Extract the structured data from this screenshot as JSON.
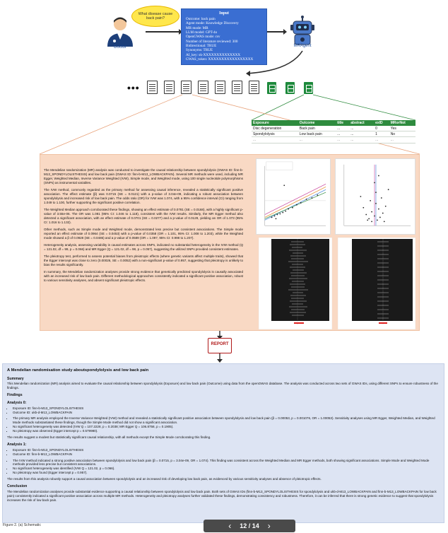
{
  "doctor": {
    "label": "Doctor",
    "question": "What disease cause back pain?"
  },
  "input": {
    "title": "Input",
    "lines": [
      "Outcome: back pain",
      "Agent mode: Knowledge Discovery",
      "MR mode: MR",
      "LLM model: GPT-4o",
      "OpenGWAS mode: csv",
      "Number of literature reviewed: 300",
      "Bidirectional: TRUE",
      "Synonyms: TRUE",
      "AI_key: sk-XXXXXXXXXXXXXX",
      "GWAS_token: XXXXXXXXXXXXXXXXX"
    ]
  },
  "agent": {
    "label": "MRAgent"
  },
  "docs_row": {
    "ellipsis": "•••"
  },
  "results_table": {
    "headers": [
      "Exposure",
      "Outcome",
      "title",
      "abstract",
      "exlD",
      "MRorNot"
    ],
    "rows": [
      [
        "Disc degeneration",
        "Back pain",
        "...",
        "...",
        "0",
        "Yes"
      ],
      [
        "Spondylolysis",
        "Low back pain",
        "...",
        "...",
        "1",
        "No"
      ],
      [
        "...",
        "...",
        "...",
        "...",
        "...",
        "..."
      ]
    ]
  },
  "report_text": [
    "The Mendelian randomization (MR) analysis was conducted to investigate the causal relationship between spondylolysis (GWAS ID: finn-b-M13_SPONDYLOLISTHESIS) and low back pain (GWAS ID: finn-b-M13_LOWBACKPAIN). Several MR methods were used, including MR Egger, Weighted Median, Inverse Variance Weighted (IVW), Simple mode, and Weighted mode, using 100 single nucleotide polymorphisms (SNPs) as instrumental variables.",
    "The IVW method, commonly regarded as the primary method for assessing causal inference, revealed a statistically significant positive association. The effect estimate (β) was 0.0715 (SE = 0.0121) with a p-value of 3.04e-09, indicating a robust association between spondylolysis and increased risk of low back pain. The odds ratio (OR) for IVW was 1.074, with a 95% confidence interval (CI) ranging from 1.049 to 1.100, further supporting the significant positive correlation.",
    "The Weighted Median approach corroborated these findings, showing an effect estimate of 0.0781 (SE = 0.0168), with a highly significant p-value of 3.55e-06. The OR was 1.081 (95% CI: 1.046 to 1.118), consistent with the IVW results. Similarly, the MR Egger method also detected a significant association, with an effect estimate of 0.0701 (SE = 0.0277) and a p-value of 0.0129, yielding an OR of 1.073 (95% CI: 1.016 to 1.132).",
    "Other methods, such as Simple mode and Weighted mode, demonstrated less precise but consistent associations. The Simple mode reported an effect estimate of 0.0964 (SE = 0.0453) with a p-value of 0.0358 (OR = 1.101, 95% CI: 1.008 to 1.203), while the Weighted mode showed a β of 0.0928 (SE = 0.0486) and a p-value of 0.0589 (OR = 1.097, 95% CI: 0.998 to 1.207).",
    "Heterogeneity analysis, assessing variability in causal estimates across SNPs, indicated no substantial heterogeneity in the IVW method (Q = 121.02, df = 99, p = 0.066) and MR Egger (Q = 121.02, df = 98, p = 0.057), suggesting the utilized SNPs provided consistent estimates.",
    "The pleiotropy test, performed to assess potential biases from pleiotropic effects (where genetic variants affect multiple traits), showed that the Egger intercept was close to zero (0.00026, SE = 0.0052) with a non-significant p-value of 0.957, suggesting that pleiotropy is unlikely to bias the results significantly.",
    "In summary, the Mendelian randomization analyses provide strong evidence that genetically predicted spondylolysis is causally associated with an increased risk of low back pain. Different methodological approaches consistently indicated a significant positive association, robust to various sensitivity analyses, and absent significant pleiotropic effects."
  ],
  "report_icon": {
    "label": "REPORT"
  },
  "summary": {
    "title": "A Mendelian randomisation study aboutspondylolysis and low back pain",
    "summary_heading": "Summary",
    "summary_text": "This Mendelian randomization (MR) analysis aimed to evaluate the causal relationship between spondylolysis (Exposure) and low back pain (Outcome) using data from the openGWAS database. The analysis was conducted across two sets of GWAS IDs, using different SNPs to ensure robustness of the findings.",
    "findings_heading": "Findings",
    "analysis0_heading": "Analysis 0:",
    "analysis0_ids": [
      "Exposure ID: finn-b-M13_SPONDYLOLISTHESIS",
      "Outcome ID: ukb-d-M13_LOWBACKPAIN"
    ],
    "analysis0_points": [
      "The primary MR analysis employed the Inverse Variance Weighted (IVW) method and revealed a statistically significant positive association between spondylolysis and low back pain (β = 0.00053, p = 0.001076, OR = 1.00053). Sensitivity analyses using MR Egger, Weighted Median, and Weighted Mode methods substantiated these findings, though the Simple Mode method did not show a significant association.",
      "No significant heterogeneity was detected (IVW Q = 107.2228, p = 0.2038; MR Egger Q = 106.8758, p = 0.1905).",
      "No pleiotropy was observed (Egger intercept p = 0.579980)."
    ],
    "analysis0_conclusion": "The results suggest a modest but statistically significant causal relationship, with all methods except the Simple Mode corroborating this finding.",
    "analysis1_heading": "Analysis 1:",
    "analysis1_ids": [
      "Exposure ID: finn-b-M13_SPONDYLOLISTHESIS",
      "Outcome ID: finn-b-M13_LOWBACKPAIN"
    ],
    "analysis1_points": [
      "The IVW method indicated a strong positive association between spondylolysis and low back pain (β = 0.0715, p = 3.04e-09, OR = 1.074). This finding was consistent across the Weighted Median and MR Egger methods, both showing significant associations. Simple Mode and Weighted Mode methods provided less precise but consistent associations.",
      "No significant heterogeneity was identified (IVW Q = 121.02, p = 0.066).",
      "No pleiotropy was found (Egger intercept p = 0.957)."
    ],
    "analysis1_conclusion": "The results from this analysis robustly support a causal association between spondylolysis and an increased risk of developing low back pain, as evidenced by various sensitivity analyses and absence of pleiotropic effects.",
    "conclusion_heading": "Conclusion",
    "conclusion_text": "The Mendelian randomization analyses provide substantial evidence supporting a causal relationship between spondylolysis and low back pain. Both sets of GWAS IDs (finn-b-M13_SPONDYLOLISTHESIS for spondylolysis and ukb-d-M13_LOWBACKPAIN and finn-b-M13_LOWBACKPAIN for low back pain) consistently indicated a significant positive association across multiple MR methods. Heterogeneity and pleiotropy analyses further validated these findings, demonstrating consistency and robustness. Therefore, it can be inferred that there is strong genetic evidence to suggest that spondylolysis increases the risk of low back pain."
  },
  "figure_label": "Figure 2. (a) Schematic",
  "pager": {
    "text": "12 / 14",
    "prev": "‹",
    "next": "›"
  },
  "colors": {
    "input_blue": "#3a6ed2",
    "panel_peach": "#f9d9c4",
    "summary_blue": "#dde4f3",
    "table_green": "#2e8b3e",
    "report_red": "#b01818"
  }
}
